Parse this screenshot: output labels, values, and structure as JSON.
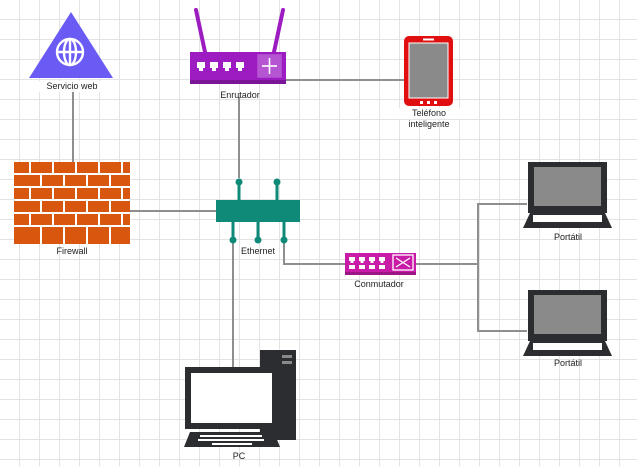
{
  "nodes": {
    "web_service": {
      "label": "Servicio web"
    },
    "router": {
      "label": "Enrutador"
    },
    "smartphone": {
      "label_line1": "Teléfono",
      "label_line2": "inteligente"
    },
    "firewall": {
      "label": "Firewall"
    },
    "ethernet": {
      "label": "Ethernet"
    },
    "switch": {
      "label": "Conmutador"
    },
    "laptop_top": {
      "label": "Portátil"
    },
    "laptop_bottom": {
      "label": "Portátil"
    },
    "pc": {
      "label": "PC"
    }
  },
  "colors": {
    "web_service": "#6a5bf5",
    "router": "#9c1cc2",
    "smartphone": "#e01010",
    "firewall": "#d9560e",
    "ethernet": "#0f8a78",
    "switch": "#c81ca8",
    "device_dark": "#2b2d30",
    "screen_gray": "#8a8a8a",
    "edge": "#8f8f8f"
  },
  "icons": [
    "globe-icon",
    "router-icon",
    "smartphone-icon",
    "brick-wall-icon",
    "ethernet-hub-icon",
    "switch-icon",
    "laptop-icon",
    "desktop-pc-icon"
  ]
}
